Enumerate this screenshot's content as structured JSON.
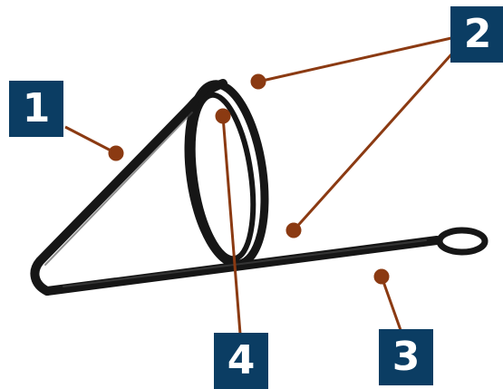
{
  "labels": {
    "one": "1",
    "two": "2",
    "three": "3",
    "four": "4"
  },
  "colors": {
    "badge_fill": "#0b3d63",
    "badge_text": "#ffffff",
    "leader": "#8b3a12",
    "wire": "#161616",
    "background": "#ffffff"
  }
}
